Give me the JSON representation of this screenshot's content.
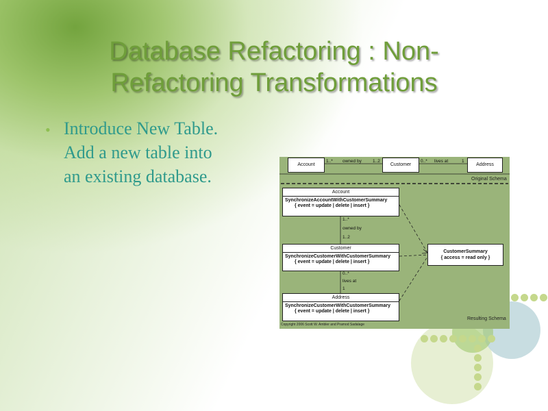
{
  "slide": {
    "title_line1": "Database  Refactoring : Non-",
    "title_line2": "Refactoring Transformations",
    "bullet_line1": "Introduce New Table.",
    "bullet_line2": "Add a new table into",
    "bullet_line3": "an existing database."
  },
  "diagram": {
    "original": {
      "account": "Account",
      "customer": "Customer",
      "address": "Address",
      "mult1": "1..*",
      "assoc1": "owned by",
      "mult2": "1..2",
      "mult3": "0..*",
      "assoc2": "lives at",
      "mult4": "1",
      "label": "Original Schema"
    },
    "resulting": {
      "account_title": "Account",
      "account_trigger": "SynchronizeAccountWithCustomerSummary",
      "account_event": "{ event = update | delete | insert }",
      "customer_title": "Customer",
      "customer_trigger": "SynchronizeCustomerWithCustomerSummary",
      "customer_event": "{ event = update | delete | insert }",
      "address_title": "Address",
      "address_trigger": "SynchronizeCustomerWithCustomerSummary",
      "address_event": "{ event = update | delete | insert }",
      "summary_title": "CustomerSummary",
      "summary_access": "{ access = read only }",
      "m1": "1..*",
      "a1": "owned by",
      "m2": "1..2",
      "m3": "0..*",
      "a2": "lives at",
      "m4": "1",
      "label": "Resulting Schema"
    },
    "copyright": "Copyright 2006 Scott W. Ambler and Pramod Sadalage"
  }
}
